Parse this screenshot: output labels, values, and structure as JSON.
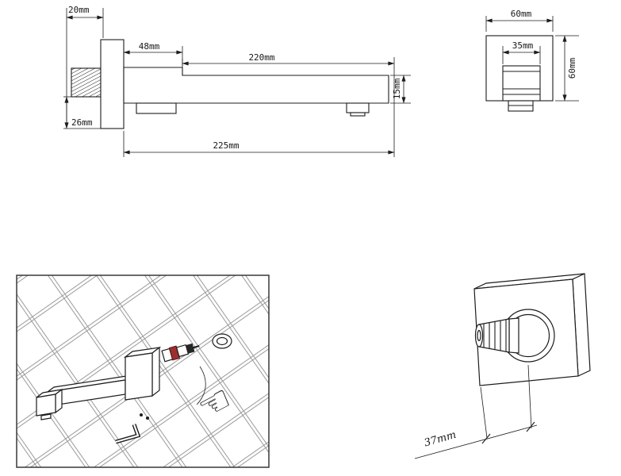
{
  "dimensions": {
    "side": {
      "thread_length": "20mm",
      "base_depth": "48mm",
      "spout_length": "220mm",
      "spout_height": "15mm",
      "inlet_drop": "26mm",
      "overall_length": "225mm"
    },
    "end": {
      "plate_width": "60mm",
      "spout_width": "35mm",
      "plate_height": "60mm"
    },
    "perspective": {
      "center_offset": "37mm"
    }
  },
  "colors": {
    "ink": "#1c1c1c",
    "grout": "#9a9a9a",
    "cartridge_red": "#9c2f2f",
    "cartridge_dark": "#262626"
  },
  "icons": {
    "hand": "☜"
  }
}
